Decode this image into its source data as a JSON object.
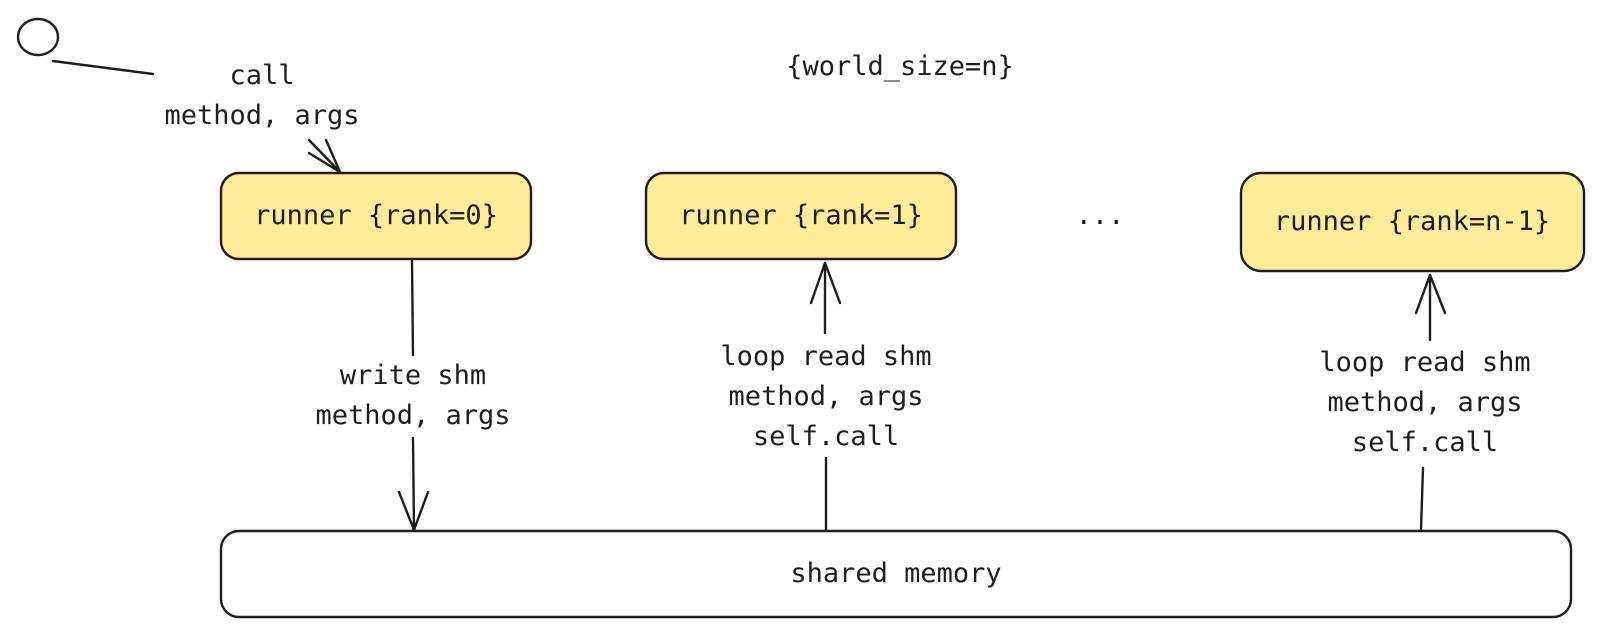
{
  "caller": {
    "label_line1": "call",
    "label_line2": "method, args"
  },
  "world_size_label": "{world_size=n}",
  "ellipsis": "...",
  "runners": [
    {
      "label": "runner {rank=0}",
      "action_lines": [
        "write shm",
        "method, args"
      ]
    },
    {
      "label": "runner {rank=1}",
      "action_lines": [
        "loop read shm",
        "method, args",
        "self.call"
      ]
    },
    {
      "label": "runner {rank=n-1}",
      "action_lines": [
        "loop read shm",
        "method, args",
        "self.call"
      ]
    }
  ],
  "shared_memory_label": "shared memory",
  "colors": {
    "runner_fill": "#ffec99",
    "stroke": "#1e1e1e",
    "memory_fill": "#ffffff"
  }
}
